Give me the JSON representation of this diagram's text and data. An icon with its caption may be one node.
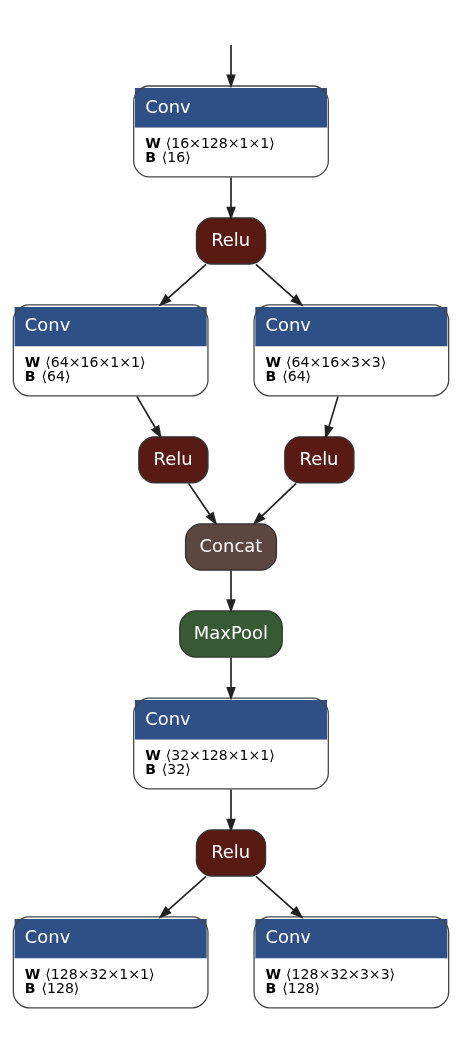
{
  "diagram": {
    "nodes": [
      {
        "text": [
          "Conv",
          "W ⟨16×128×1×1⟩",
          "B ⟨16⟩"
        ]
      },
      {
        "text": [
          "Relu"
        ]
      },
      {
        "text": [
          "Conv",
          "W ⟨64×16×1×1⟩",
          "B ⟨64⟩"
        ]
      },
      {
        "text": [
          "Conv",
          "W ⟨64×16×3×3⟩",
          "B ⟨64⟩"
        ]
      },
      {
        "text": [
          "Relu"
        ]
      },
      {
        "text": [
          "Relu"
        ]
      },
      {
        "text": [
          "Concat"
        ]
      },
      {
        "text": [
          "MaxPool"
        ]
      },
      {
        "text": [
          "Conv",
          "W ⟨32×128×1×1⟩",
          "B ⟨32⟩"
        ]
      },
      {
        "text": [
          "Relu"
        ]
      },
      {
        "text": [
          "Conv",
          "W ⟨128×32×1×1⟩",
          "B ⟨128⟩"
        ]
      },
      {
        "text": [
          "Conv",
          "W ⟨128×32×3×3⟩",
          "B ⟨128⟩"
        ]
      }
    ],
    "edges": [
      {
        "from": null,
        "to": 0,
        "arrow": "to"
      },
      {
        "from": 0,
        "to": 1,
        "arrow": "to"
      },
      {
        "from": 1,
        "to": 2,
        "arrow": "to"
      },
      {
        "from": 1,
        "to": 3,
        "arrow": "to"
      },
      {
        "from": 2,
        "to": 4,
        "arrow": "to"
      },
      {
        "from": 3,
        "to": 5,
        "arrow": "to"
      },
      {
        "from": 4,
        "to": 6,
        "arrow": "to"
      },
      {
        "from": 5,
        "to": 6,
        "arrow": "to"
      },
      {
        "from": 6,
        "to": 7,
        "arrow": "to"
      },
      {
        "from": 7,
        "to": 8,
        "arrow": "to"
      },
      {
        "from": 8,
        "to": 9,
        "arrow": "to"
      },
      {
        "from": 9,
        "to": 10,
        "arrow": "to"
      },
      {
        "from": 9,
        "to": 11,
        "arrow": "to"
      }
    ]
  }
}
